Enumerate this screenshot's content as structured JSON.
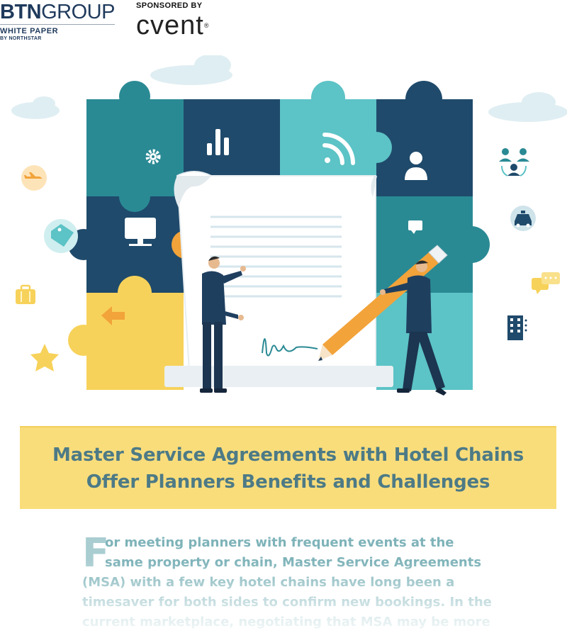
{
  "header": {
    "brand_bold": "BTN",
    "brand_regular": "GROUP",
    "brand_sub": "WHITE PAPER",
    "brand_by": "BY NORTHSTAR",
    "sponsor_label": "SPONSORED BY",
    "sponsor_name": "cvent",
    "sponsor_mark": "®"
  },
  "title": {
    "line1": "Master Service Agreements with Hotel Chains",
    "line2": "Offer Planners Benefits and Challenges"
  },
  "intro": {
    "dropcap": "F",
    "line1": "or meeting planners with frequent events at the",
    "line2": "same property or chain, Master Service Agreements",
    "line3": "(MSA) with a few key hotel chains have long been a",
    "line4": "timesaver for both sides to confirm new bookings. In the",
    "line5": "current marketplace, negotiating that MSA may be more"
  },
  "colors": {
    "navy": "#1f4a6b",
    "teal": "#2a8a94",
    "light_teal": "#5cc3c6",
    "yellow": "#f7d25a",
    "orange": "#f2a33a",
    "band": "#f9dd7b",
    "title_text": "#4d7a86"
  },
  "icons": [
    "gear-icon",
    "bar-chart-icon",
    "wifi-icon",
    "person-icon",
    "people-network-icon",
    "airplane-icon",
    "tag-icon",
    "monitor-icon",
    "taxi-icon",
    "chat-icon",
    "chat-bubbles-icon",
    "briefcase-icon",
    "arrow-left-icon",
    "star-icon",
    "hotel-building-icon",
    "pen-icon"
  ]
}
